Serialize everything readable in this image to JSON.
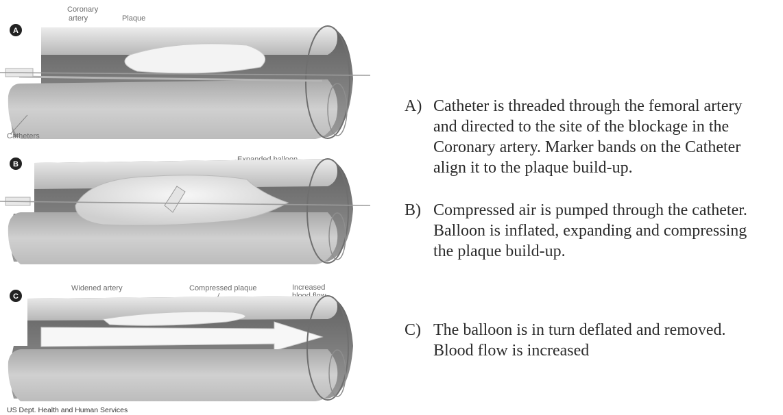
{
  "figure": {
    "panels": [
      {
        "letter": "A",
        "labels": {
          "coronary_line1": "Coronary",
          "coronary_line2": "artery",
          "plaque": "Plaque",
          "catheters": "Catheters"
        }
      },
      {
        "letter": "B",
        "labels": {
          "expanded_balloon": "Expanded balloon"
        }
      },
      {
        "letter": "C",
        "labels": {
          "widened_artery": "Widened artery",
          "compressed_plaque": "Compressed plaque",
          "flow_line1": "Increased",
          "flow_line2": "blood flow"
        }
      }
    ],
    "credit": "US Dept. Health and Human Services"
  },
  "steps": [
    {
      "letter": "A)",
      "text": "Catheter is threaded through the femoral artery and directed to the site of the blockage in the Coronary artery. Marker bands on the Catheter align it to the plaque build-up."
    },
    {
      "letter": "B)",
      "text": "Compressed air is pumped through the catheter. Balloon is inflated, expanding and compressing the plaque build-up."
    },
    {
      "letter": "C)",
      "text": "The balloon is in turn deflated and removed. Blood flow is increased"
    }
  ],
  "colors": {
    "artery_top": "#d6d6d6",
    "artery_bottom": "#bdbdbd",
    "artery_inner": "#8c8c8c",
    "plaque": "#f2f2f2",
    "text": "#2b2b2b"
  }
}
